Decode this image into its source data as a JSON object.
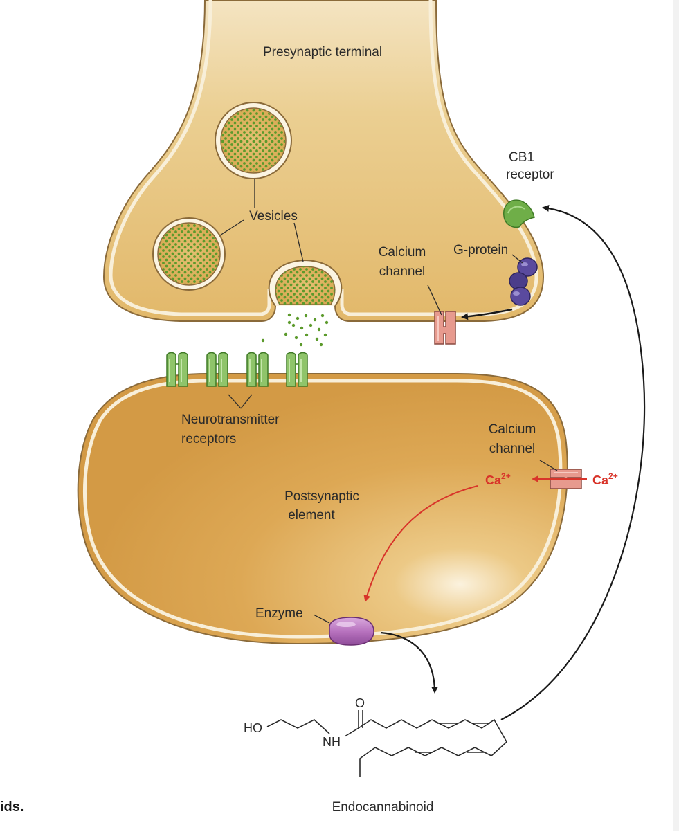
{
  "labels": {
    "presynaptic_terminal": "Presynaptic terminal",
    "vesicles": "Vesicles",
    "cb1_receptor_line1": "CB1",
    "cb1_receptor_line2": "receptor",
    "g_protein": "G-protein",
    "calcium_channel_pre_line1": "Calcium",
    "calcium_channel_pre_line2": "channel",
    "neurotransmitter_receptors_line1": "Neurotransmitter",
    "neurotransmitter_receptors_line2": "receptors",
    "calcium_channel_post_line1": "Calcium",
    "calcium_channel_post_line2": "channel",
    "ca_inside": "Ca",
    "ca_outside": "Ca",
    "ca_charge": "2+",
    "postsynaptic_line1": "Postsynaptic",
    "postsynaptic_line2": "element",
    "enzyme": "Enzyme",
    "endocannabinoid": "Endocannabinoid",
    "molecule_ho": "HO",
    "molecule_nh": "NH",
    "molecule_o": "O",
    "caption_fragment": "ids."
  },
  "colors": {
    "cell_fill": "#e2b568",
    "cell_fill_dark": "#d49c48",
    "membrane": "#f3e6c8",
    "membrane_edge": "#8a6a3a",
    "vesicle_dots": "#5a9a2a",
    "receptor_green": "#8fc46a",
    "cb1_green": "#6fae48",
    "g_protein_purple": "#5a4a9e",
    "calcium_channel_pink": "#e79a8e",
    "enzyme_purple": "#b06ab8",
    "ca_red": "#d8342a"
  },
  "icons": {
    "cb1": "cb1-receptor-icon",
    "g_protein": "g-protein-icon",
    "calcium_channel": "calcium-channel-icon",
    "neurotransmitter_receptor": "neurotransmitter-receptor-icon",
    "enzyme": "enzyme-icon"
  }
}
